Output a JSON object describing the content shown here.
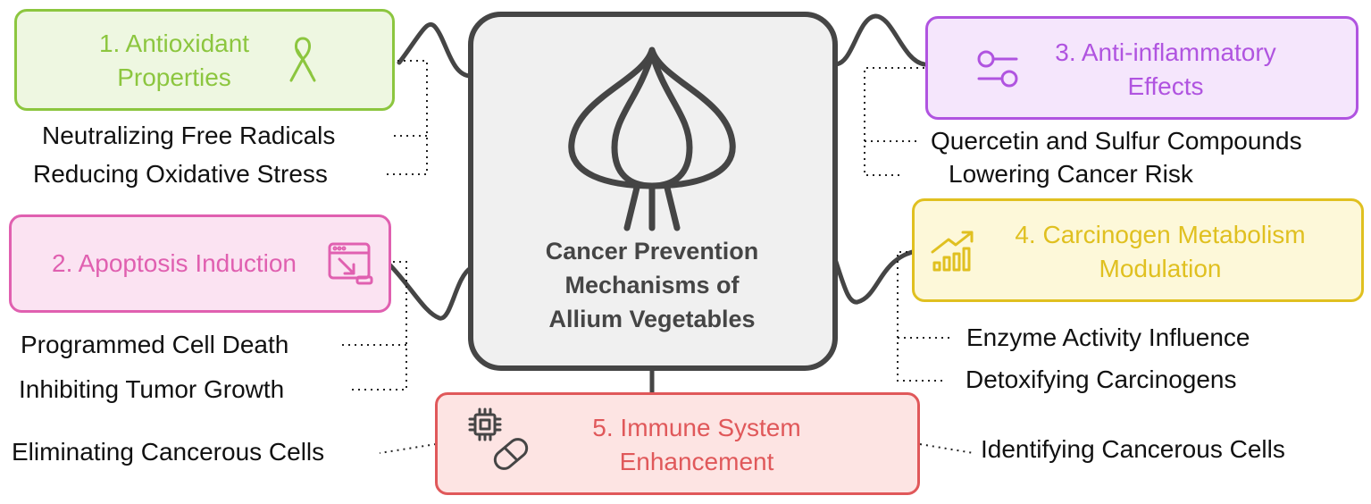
{
  "center": {
    "title_lines": [
      "Cancer Prevention",
      "Mechanisms of",
      "Allium Vegetables"
    ],
    "icon": "garlic-bulb-icon"
  },
  "branches": [
    {
      "title_lines": [
        "1. Antioxidant",
        "Properties"
      ],
      "icon": "ribbon-icon",
      "color": "#8cc63f",
      "fill": "#eef7e1",
      "items": [
        "Neutralizing Free Radicals",
        "Reducing Oxidative Stress"
      ]
    },
    {
      "title_lines": [
        "2. Apoptosis Induction"
      ],
      "icon": "window-arrow-icon",
      "color": "#e060b0",
      "fill": "#fbe3f2",
      "items": [
        "Programmed Cell Death",
        "Inhibiting Tumor Growth"
      ]
    },
    {
      "title_lines": [
        "3. Anti-inflammatory",
        "Effects"
      ],
      "icon": "toggle-switches-icon",
      "color": "#b054e0",
      "fill": "#f5e6fc",
      "items": [
        "Quercetin and Sulfur Compounds",
        "Lowering Cancer Risk"
      ]
    },
    {
      "title_lines": [
        "4. Carcinogen Metabolism",
        "Modulation"
      ],
      "icon": "growth-chart-icon",
      "color": "#e0c020",
      "fill": "#fdf8d9",
      "items": [
        "Enzyme Activity Influence",
        "Detoxifying Carcinogens"
      ]
    },
    {
      "title_lines": [
        "5. Immune System",
        "Enhancement"
      ],
      "icon": "microchip-pill-icon",
      "color": "#e0585a",
      "fill": "#fde4e3",
      "items": [
        "Eliminating Cancerous Cells",
        "Identifying Cancerous Cells"
      ]
    }
  ]
}
